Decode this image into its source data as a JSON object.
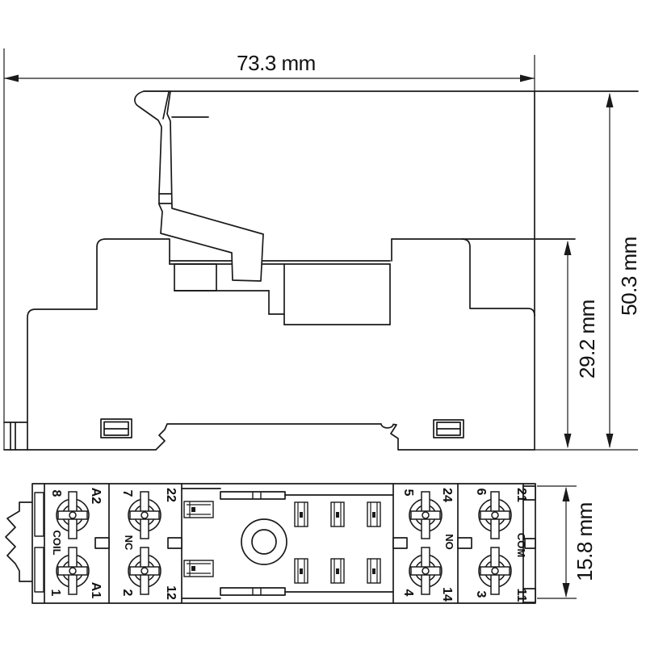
{
  "drawing": {
    "background": "#ffffff",
    "line_color": "#1a1a1a",
    "dimensions": {
      "width": "73.3 mm",
      "total_height": "50.3 mm",
      "body_height": "29.2 mm",
      "depth": "15.8 mm"
    },
    "terminal_blocks": [
      {
        "name": "COIL",
        "top_left": "8",
        "top_right": "A2",
        "bottom_left": "1",
        "bottom_right": "A1"
      },
      {
        "name": "NC",
        "top_left": "7",
        "top_right": "22",
        "bottom_left": "2",
        "bottom_right": "12"
      },
      {
        "name": "NO",
        "top_left": "5",
        "top_right": "24",
        "bottom_left": "4",
        "bottom_right": "14"
      },
      {
        "name": "COM",
        "top_left": "6",
        "top_right": "21",
        "bottom_left": "3",
        "bottom_right": "11"
      }
    ]
  }
}
